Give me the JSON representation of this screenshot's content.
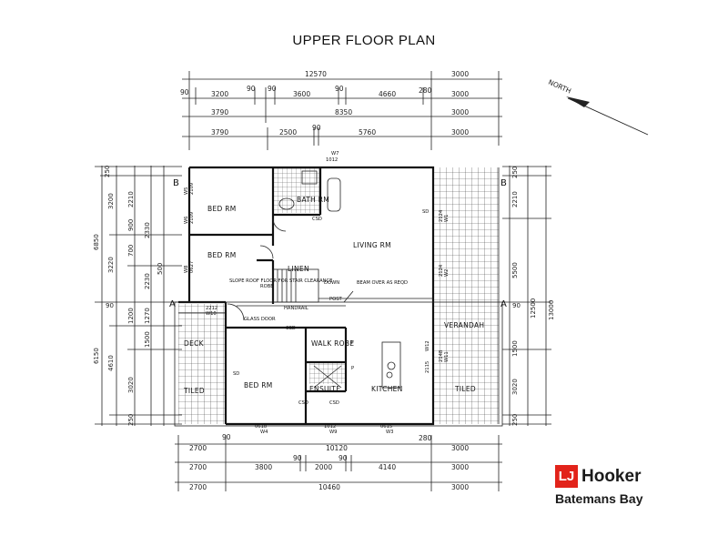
{
  "title": "UPPER FLOOR PLAN",
  "north": "NORTH",
  "top_dims": {
    "row1": [
      "12570",
      "3000"
    ],
    "row2": [
      "90",
      "3200",
      "90",
      "90",
      "3600",
      "90",
      "4660",
      "280",
      "3000"
    ],
    "row3": [
      "3790",
      "8350",
      "3000"
    ],
    "row4": [
      "3790",
      "2500",
      "90",
      "5760",
      "3000"
    ]
  },
  "bottom_dims": {
    "row1": [
      "2700",
      "90",
      "10120",
      "280",
      "3000"
    ],
    "row2": [
      "2700",
      "3800",
      "90",
      "2000",
      "90",
      "4140",
      "3000"
    ],
    "row3": [
      "2700",
      "10460",
      "3000"
    ]
  },
  "left_dims": [
    "250",
    "3200",
    "2210",
    "900",
    "2330",
    "6850",
    "3220",
    "700",
    "500",
    "2230",
    "1200",
    "1270",
    "1500",
    "6150",
    "4610",
    "3020",
    "250",
    "90"
  ],
  "right_dims": [
    "250",
    "2210",
    "5500",
    "12500",
    "13000",
    "3020",
    "1500",
    "90",
    "250"
  ],
  "rooms": {
    "bed1": "BED RM",
    "bed2": "BED RM",
    "bed3": "BED RM",
    "bath": "BATH RM",
    "living": "LIVING RM",
    "linen": "LINEN",
    "verandah": "VERANDAH",
    "deck": "DECK",
    "walk_robe": "WALK ROBE",
    "ensuite": "ENSUITE",
    "kitchen": "KITCHEN",
    "tiled_left": "TILED",
    "tiled_right": "TILED"
  },
  "notes": {
    "slope_roof": "SLOPE ROOF FLOOR FOR STAIR CLEARANCE",
    "handrail": "HANDRAIL",
    "glass_door": "GLASS DOOR",
    "beam": "BEAM OVER AS REQD",
    "down": "DOWN",
    "post": "POST",
    "csd1": "CSD",
    "csd2": "CSD",
    "csd3": "CSD",
    "csd4": "CSD",
    "robe": "ROBE",
    "fridge": "F",
    "pantry": "P",
    "w7": "W7",
    "w7_size": "1012",
    "w4": "W4",
    "w4_size": "0618",
    "w9": "W9",
    "w9_size": "1012",
    "w3": "W3",
    "w3_size": "0615",
    "w5": "W5",
    "w5_size": "2109",
    "w6": "W6",
    "w6_size": "2109",
    "w8": "W8",
    "w8_size": "0627",
    "w10": "W10",
    "w10_size": "2212",
    "w1": "W1",
    "w1_size": "2124",
    "w2": "W2",
    "w2_size": "2124",
    "w11": "W11",
    "w11_size": "2148",
    "w12": "W12",
    "w12_size": "2115",
    "sd": "SD",
    "sd2": "SD"
  },
  "sections": {
    "a_left": "A",
    "a_right": "A",
    "b_left": "B",
    "b_right": "B"
  },
  "logo": {
    "mark": "LJ",
    "brand": "Hooker",
    "office": "Batemans Bay",
    "red": "#e2231a"
  }
}
